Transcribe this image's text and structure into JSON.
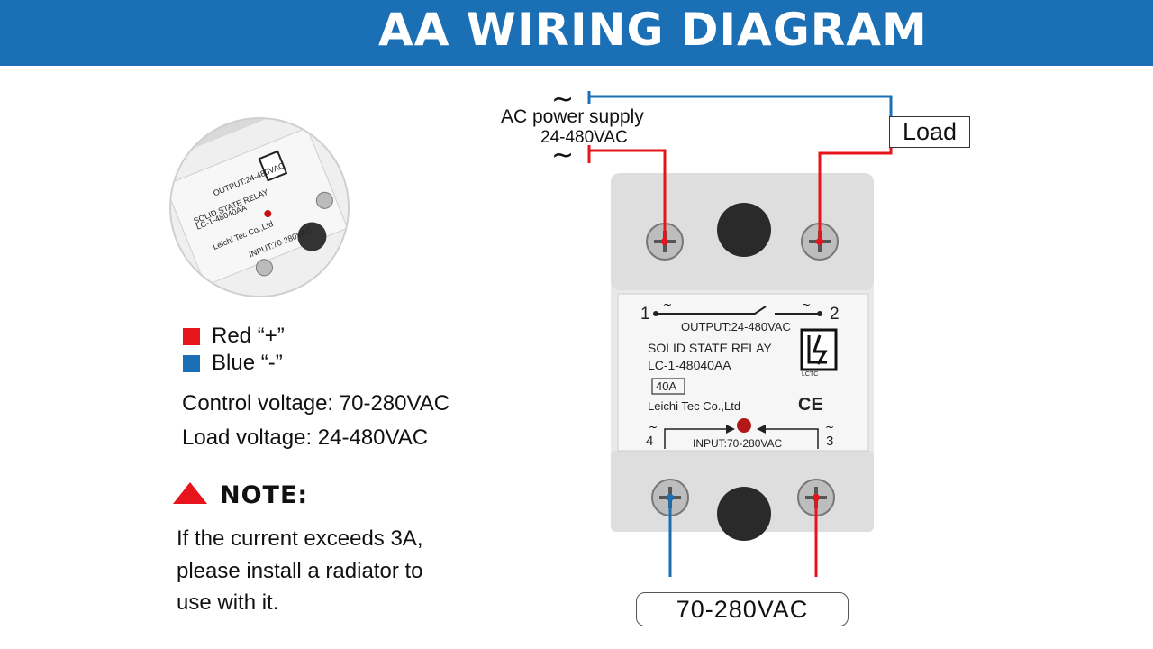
{
  "header": {
    "title": "AA WIRING DIAGRAM",
    "background": "#1a6fb5"
  },
  "legend": {
    "red": {
      "label": "Red “+”",
      "color": "#e8141c"
    },
    "blue": {
      "label": "Blue “-”",
      "color": "#1a6fb5"
    }
  },
  "specs": {
    "control_voltage": "Control voltage: 70-280VAC",
    "load_voltage": "Load voltage: 24-480VAC"
  },
  "note": {
    "title": "NOTE:",
    "lines": [
      "If the current exceeds 3A,",
      "please install a radiator to",
      "use with it."
    ]
  },
  "ac_supply": {
    "tilde": "~",
    "label": "AC power supply",
    "range": "24-480VAC"
  },
  "load": {
    "label": "Load"
  },
  "control_input": {
    "label": "70-280VAC"
  },
  "relay": {
    "terminal_1": "1",
    "terminal_2": "2",
    "terminal_3": "3",
    "terminal_4": "4",
    "output": "OUTPUT:24-480VAC",
    "type": "SOLID STATE RELAY",
    "model": "LC-1-48040AA",
    "rating": "40A",
    "maker": "Leichi Tec Co.,Ltd",
    "input": "INPUT:70-280VAC",
    "ce": "CE",
    "brand": "LCTC"
  }
}
